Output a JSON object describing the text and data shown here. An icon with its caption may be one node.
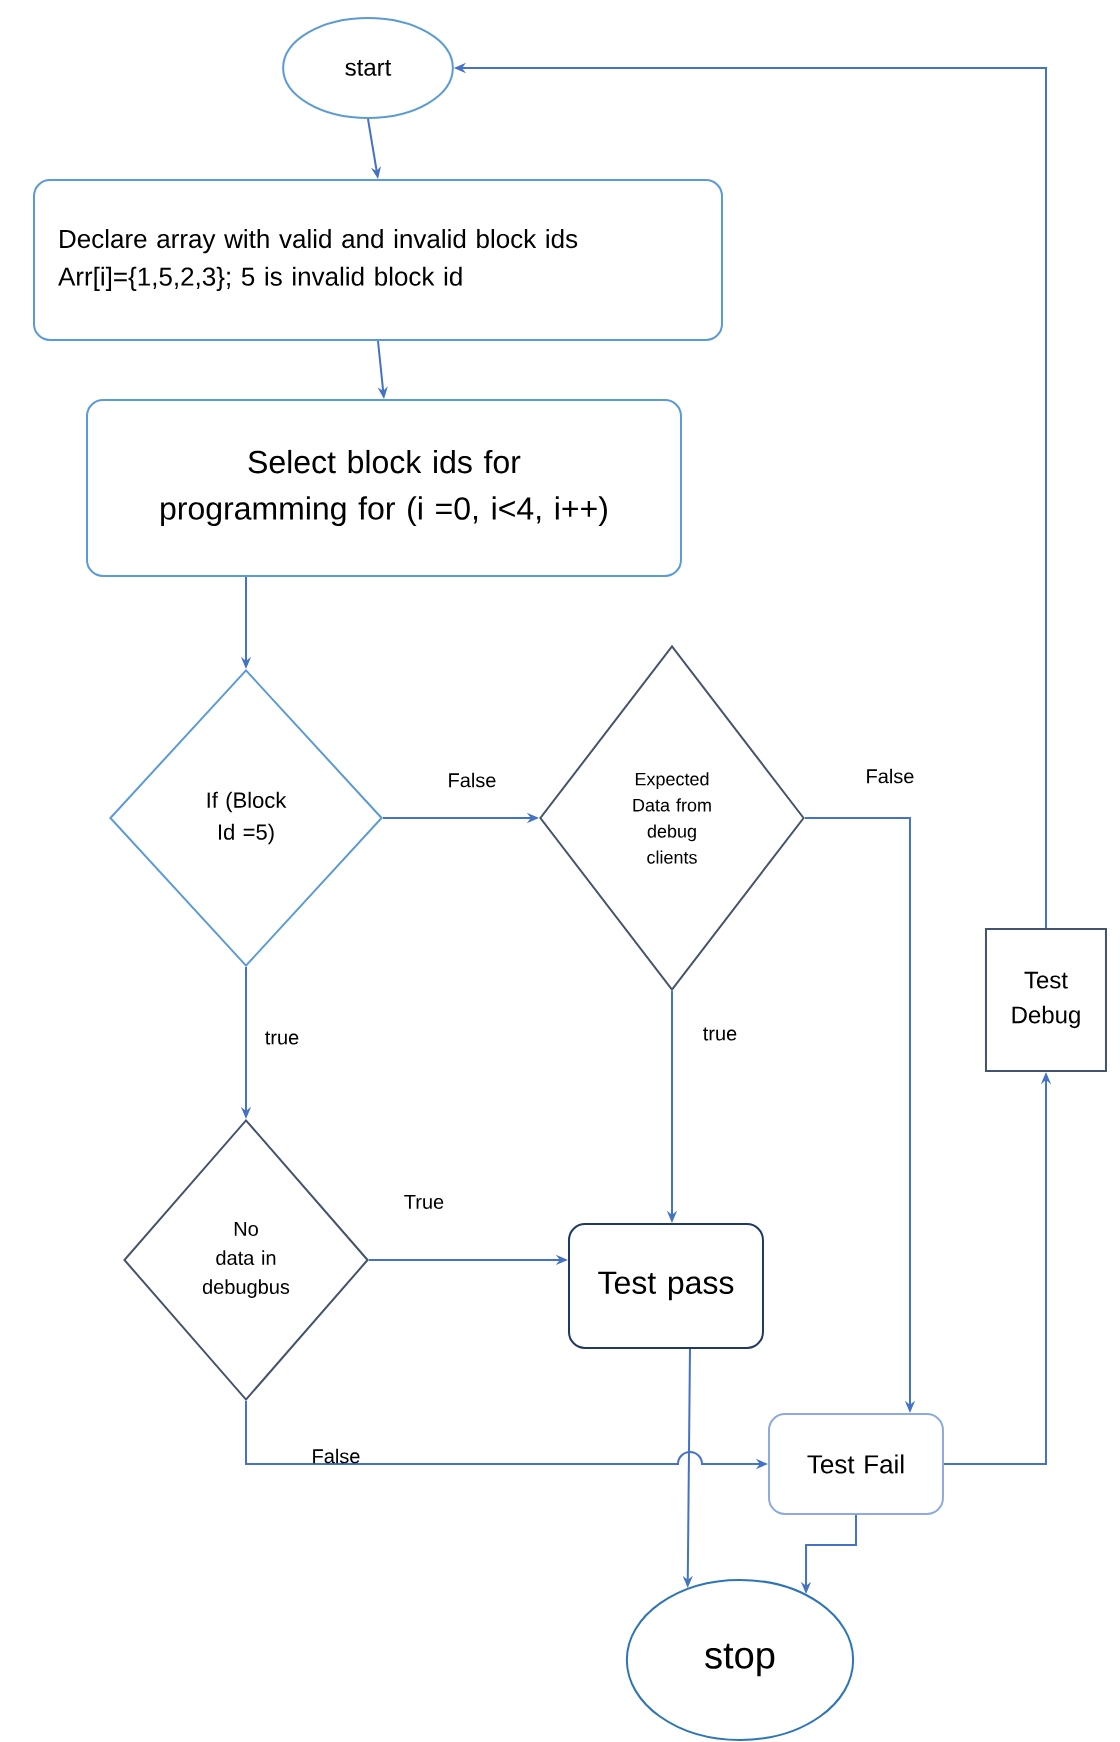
{
  "diagram": {
    "nodes": [
      {
        "text": [
          "start"
        ]
      },
      {
        "text": [
          "Declare array with valid and invalid block ids Arr[i]={1,5,2,3}; 5 is invalid block id"
        ]
      },
      {
        "text": [
          "Select block ids for programming for (i =0, i<4, i++)"
        ]
      },
      {
        "text": [
          "If (Block Id =5)"
        ]
      },
      {
        "text": [
          "Expected Data from debug clients"
        ]
      },
      {
        "text": [
          "No data in debugbus"
        ]
      },
      {
        "text": [
          "Test pass"
        ]
      },
      {
        "text": [
          "Test Fail"
        ]
      },
      {
        "text": [
          "Test Debug"
        ]
      },
      {
        "text": [
          "stop"
        ]
      }
    ],
    "edges": [
      {
        "from": 0,
        "to": 1,
        "arrow": "to"
      },
      {
        "from": 1,
        "to": 2,
        "arrow": "to"
      },
      {
        "from": 2,
        "to": 3,
        "arrow": "to"
      },
      {
        "from": 3,
        "to": 4,
        "arrow": "to",
        "label": "False"
      },
      {
        "from": 3,
        "to": 5,
        "arrow": "to",
        "label": "true"
      },
      {
        "from": 4,
        "to": 6,
        "arrow": "to",
        "label": "true"
      },
      {
        "from": 4,
        "to": 7,
        "arrow": "to",
        "label": "False"
      },
      {
        "from": 5,
        "to": 6,
        "arrow": "to",
        "label": "True"
      },
      {
        "from": 5,
        "to": 7,
        "arrow": "to",
        "label": "False"
      },
      {
        "from": 6,
        "to": 9,
        "arrow": "to"
      },
      {
        "from": 7,
        "to": 9,
        "arrow": "to"
      },
      {
        "from": 7,
        "to": 8,
        "arrow": "to"
      },
      {
        "from": 8,
        "to": 0,
        "arrow": "to"
      }
    ]
  }
}
